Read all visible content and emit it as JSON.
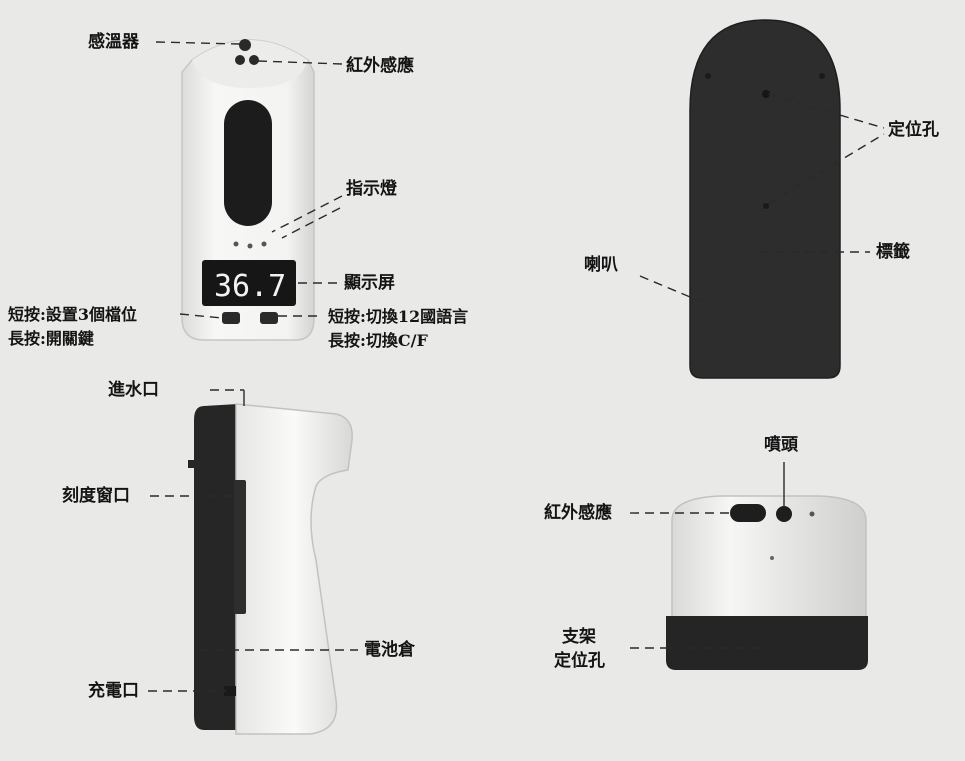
{
  "labels": {
    "sensor": "感溫器",
    "infrared_top": "紅外感應",
    "indicator": "指示燈",
    "display": "顯示屏",
    "left_button_short": "短按:設置3個檔位",
    "left_button_long": "長按:開關鍵",
    "right_button_short": "短按:切換12國語言",
    "right_button_long": "長按:切換C/F",
    "positioning_hole": "定位孔",
    "label_sticker": "標籤",
    "speaker": "喇叭",
    "water_inlet": "進水口",
    "scale_window": "刻度窗口",
    "battery_compartment": "電池倉",
    "charging_port": "充電口",
    "nozzle": "噴頭",
    "infrared_bottom": "紅外感應",
    "bracket_line1": "支架",
    "bracket_line2": "定位孔"
  },
  "display_reading": "36.7",
  "colors": {
    "background": "#e9e9e7",
    "device_body": "#f4f4f2",
    "device_dark": "#2b2b2b",
    "screen": "#161616"
  }
}
